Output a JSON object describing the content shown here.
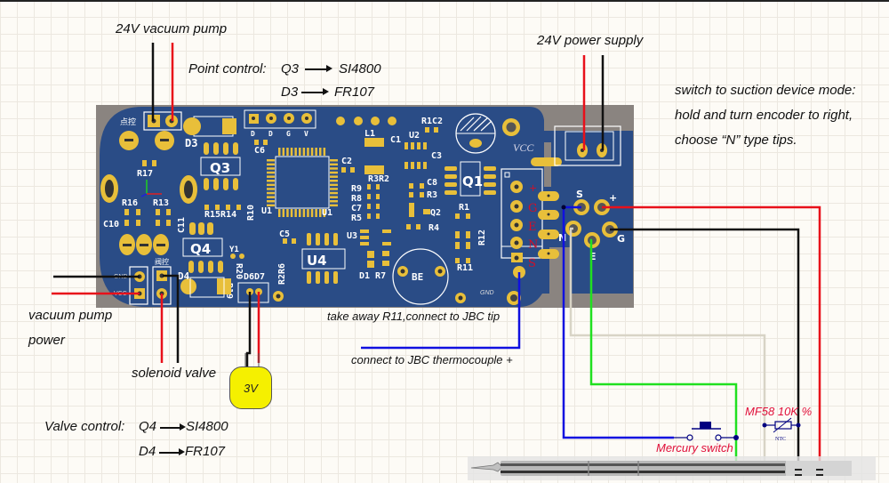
{
  "labels": {
    "vacuum_pump_24v": "24V vacuum pump",
    "power_supply_24v": "24V power supply",
    "point_control_title": "Point control:",
    "point_control_q": "Q3",
    "point_control_q_part": "SI4800",
    "point_control_d": "D3",
    "point_control_d_part": "FR107",
    "mode_line1": "switch to suction device mode:",
    "mode_line2": "hold and turn encoder to right,",
    "mode_line3": "choose “N” type tips.",
    "vacuum_pump_power_line1": "vacuum pump",
    "vacuum_pump_power_line2": "power",
    "solenoid_valve": "solenoid valve",
    "battery_voltage": "3V",
    "valve_control_title": "Valve control:",
    "valve_control_q": "Q4",
    "valve_control_q_part": "SI4800",
    "valve_control_d": "D4",
    "valve_control_d_part": "FR107",
    "take_away_r11": "take away R11,connect to JBC tip",
    "connect_thermocouple": "connect to JBC thermocouple +",
    "mercury_switch": "Mercury switch",
    "ntc_resistor": "MF58 10K %",
    "ntc_symbol": "NTC"
  },
  "pcb": {
    "silkscreen": {
      "point_ctrl_cn": "点控",
      "valve_ctrl_cn": "阀控",
      "gnd": "GND",
      "vcc_small": "VCC",
      "vcc": "VCC",
      "prog_header": [
        "D",
        "D",
        "G",
        "V"
      ],
      "connector_pins": [
        "+",
        "G",
        "E",
        "N",
        "S"
      ],
      "handle_pins": [
        "S",
        "+",
        "N",
        "G",
        "E"
      ],
      "refdes": [
        "Q3",
        "Q4",
        "U4",
        "Q1",
        "U1",
        "U2",
        "U3",
        "L1",
        "C1",
        "C2",
        "C3",
        "C5",
        "C6",
        "C7",
        "C8",
        "C10",
        "C11",
        "R1",
        "R2",
        "R3",
        "R4",
        "R5",
        "R6",
        "R7",
        "R8",
        "R9",
        "R10",
        "R11",
        "R12",
        "R13",
        "R14",
        "R15",
        "R16",
        "R17",
        "R19",
        "R20",
        "D1",
        "D3",
        "D4",
        "D6",
        "D7",
        "Y1",
        "Q2",
        "BE"
      ]
    }
  },
  "colors": {
    "pcb_blue": "#2a4c86",
    "pad_gold": "#e8bf3a",
    "wire_red": "#e8101a",
    "wire_black": "#111111",
    "wire_blue": "#1010e0",
    "wire_green": "#20e020",
    "wire_beige": "#d8d4c6",
    "label_red": "#e0103a",
    "battery_yellow": "#f5f000"
  }
}
